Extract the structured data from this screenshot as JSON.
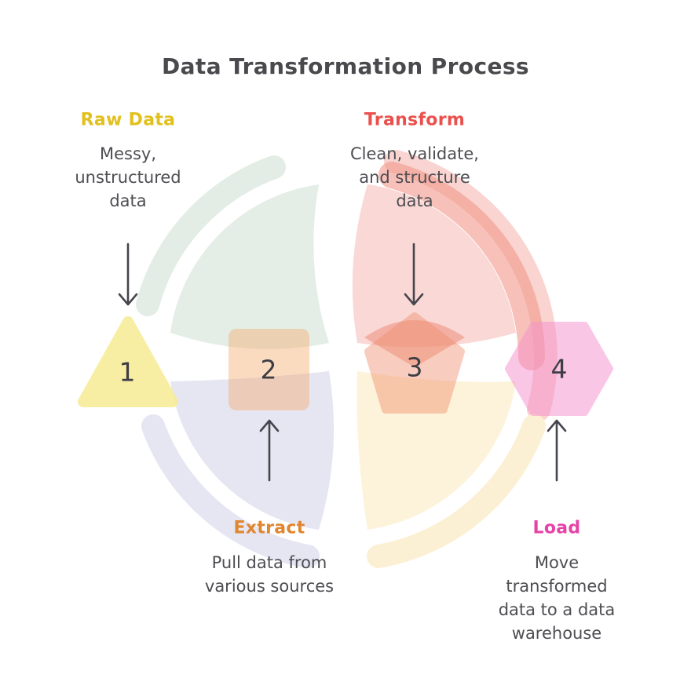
{
  "title": "Data Transformation Process",
  "title_color": "#4a4a4e",
  "body_text_color": "#4d4d52",
  "number_color": "#3d3d44",
  "arrows": {
    "color": "#45454c"
  },
  "background": {
    "quadrant_colors": {
      "green": "#e4eee6",
      "pink": "#fad8d5",
      "lavender": "#e6e6f3",
      "yellow": "#fdf3da"
    },
    "arc_colors": {
      "green": "#e3ede5",
      "pink": "#f9d4d0",
      "lavender": "#e6e6f3",
      "yellow": "#fcf0d4",
      "salmon": "#f29a8c",
      "wedge": "#ec8572"
    }
  },
  "steps": [
    {
      "number": "1",
      "label": "Raw Data",
      "label_color": "#e2c01d",
      "description": "Messy, unstructured data",
      "shape": "triangle",
      "shape_fill": "#f6ec94",
      "arrow": "down"
    },
    {
      "number": "2",
      "label": "Extract",
      "label_color": "#e0862e",
      "description": "Pull data from various sources",
      "shape": "square",
      "shape_fill": "#f5a96a",
      "arrow": "up"
    },
    {
      "number": "3",
      "label": "Transform",
      "label_color": "#ea514e",
      "description": "Clean, validate, and structure data",
      "shape": "pentagon",
      "shape_fill": "#f09070",
      "arrow": "down"
    },
    {
      "number": "4",
      "label": "Load",
      "label_color": "#e643a6",
      "description": "Move transformed data to a data warehouse",
      "shape": "hexagon",
      "shape_fill": "#f693ce",
      "arrow": "up"
    }
  ]
}
